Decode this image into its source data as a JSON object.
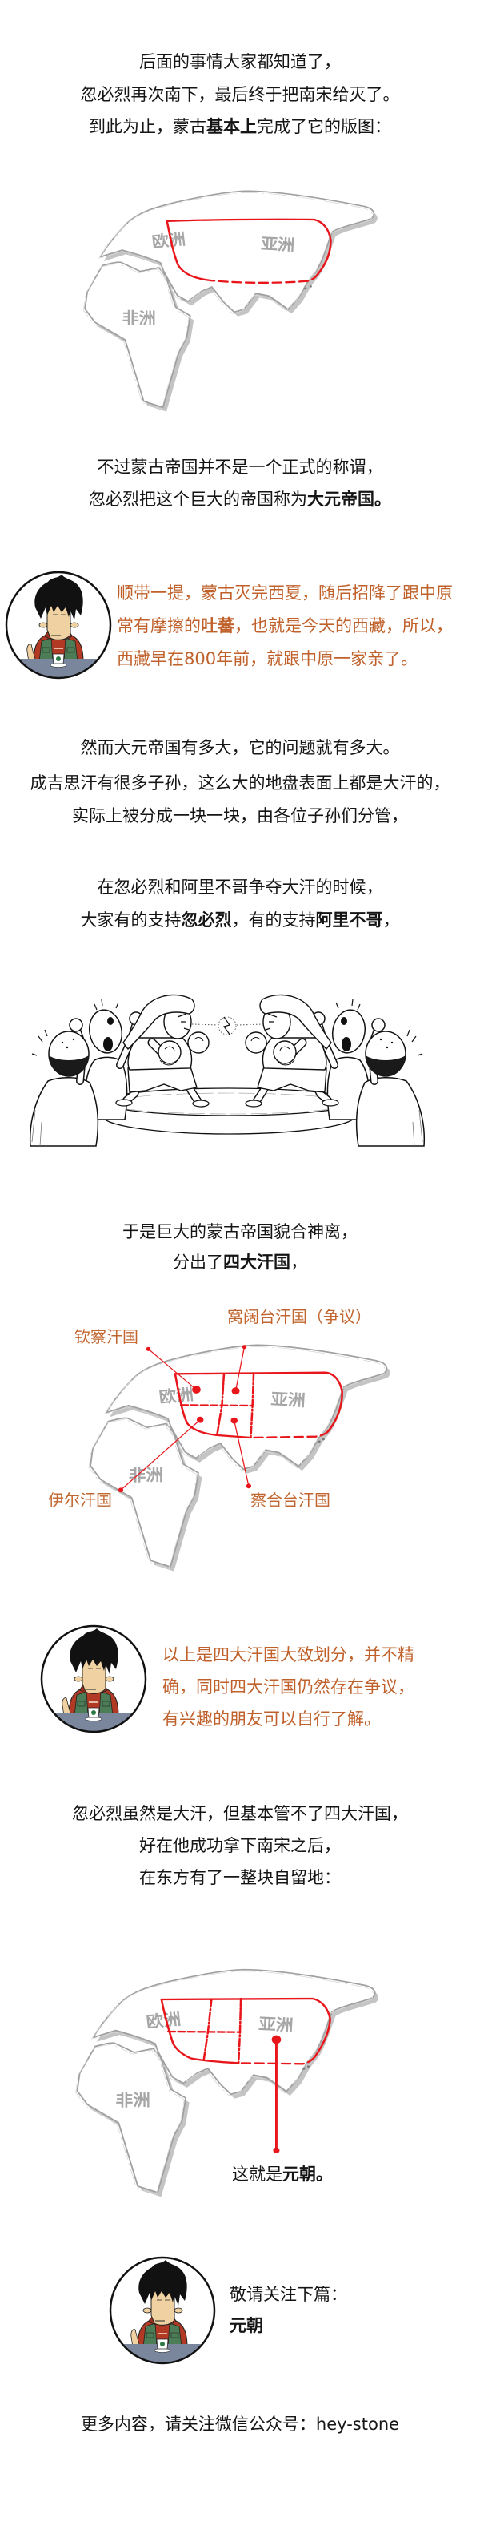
{
  "intro": {
    "line1": "后面的事情大家都知道了，",
    "line2": "忽必烈再次南下，最后终于把南宋给灭了。",
    "line3_pre": "到此为止，蒙古",
    "line3_bold": "基本上",
    "line3_post": "完成了它的版图："
  },
  "map_labels": {
    "europe": "欧洲",
    "asia": "亚洲",
    "africa": "非洲"
  },
  "naming": {
    "line1": "不过蒙古帝国并不是一个正式的称谓，",
    "line2_pre": "忽必烈把这个巨大的帝国称为",
    "line2_bold": "大元帝国",
    "line2_post": "。"
  },
  "tip1": {
    "line1": "顺带一提，蒙古灭完西夏，随后招降了跟中原",
    "line2_pre": "常有摩擦的",
    "line2_bold": "吐蕃",
    "line2_post": "，也就是今天的西藏，所以，",
    "line3": "西藏早在800年前，就跟中原一家亲了。"
  },
  "problem": {
    "line1": "然而大元帝国有多大，它的问题就有多大。",
    "line2": "成吉思汗有很多子孙，这么大的地盘表面上都是大汗的，",
    "line3": "实际上被分成一块一块，由各位子孙们分管，"
  },
  "rivalry": {
    "line1": "在忽必烈和阿里不哥争夺大汗的时候，",
    "line2_pre": "大家有的支持",
    "line2_bold1": "忽必烈",
    "line2_mid": "，有的支持",
    "line2_bold2": "阿里不哥",
    "line2_post": "，"
  },
  "split": {
    "line1": "于是巨大的蒙古帝国貌合神离，",
    "line2_pre": "分出了",
    "line2_bold": "四大汗国",
    "line2_post": "，"
  },
  "map2": {
    "khanates": [
      {
        "name": "钦察汗国"
      },
      {
        "name": "窝阔台汗国（争议）"
      },
      {
        "name": "伊尔汗国"
      },
      {
        "name": "察合台汗国"
      }
    ]
  },
  "tip2": {
    "line1": "以上是四大汗国大致划分，并不精",
    "line2": "确，同时四大汗国仍然存在争议，",
    "line3": "有兴趣的朋友可以自行了解。"
  },
  "yuan": {
    "line1": "忽必烈虽然是大汗，但基本管不了四大汗国，",
    "line2": "好在他成功拿下南宋之后，",
    "line3": "在东方有了一整块自留地："
  },
  "map3": {
    "caption_pre": "这就是",
    "caption_bold": "元朝",
    "caption_post": "。"
  },
  "next": {
    "label": "敬请关注下篇：",
    "title": "元朝"
  },
  "footer": {
    "text": "更多内容，请关注微信公众号：hey-stone"
  },
  "colors": {
    "text": "#151515",
    "accent_orange": "#c0612b",
    "map_red": "#e8161b",
    "map_grey": "#a0a0a0",
    "hoodie_red": "#b23a24",
    "vest_green": "#4d7d57",
    "table_blue_grey": "#7a869c"
  }
}
